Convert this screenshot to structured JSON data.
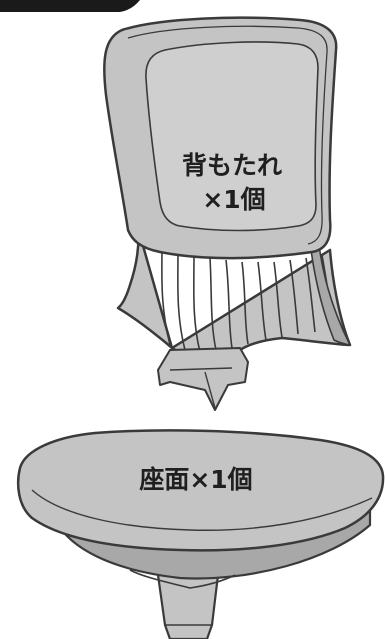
{
  "parts": [
    {
      "id": "backrest",
      "label_line1": "背もたれ",
      "label_line2": "×1個"
    },
    {
      "id": "seat",
      "label": "座面×1個"
    }
  ],
  "colors": {
    "part_fill": "#c4c4c4",
    "part_fill_light": "#d6d6d6",
    "part_fill_dark": "#a8a8a8",
    "outline": "#3a3a3a",
    "header_tab": "#1a1a1a",
    "text": "#1f1f1f"
  }
}
